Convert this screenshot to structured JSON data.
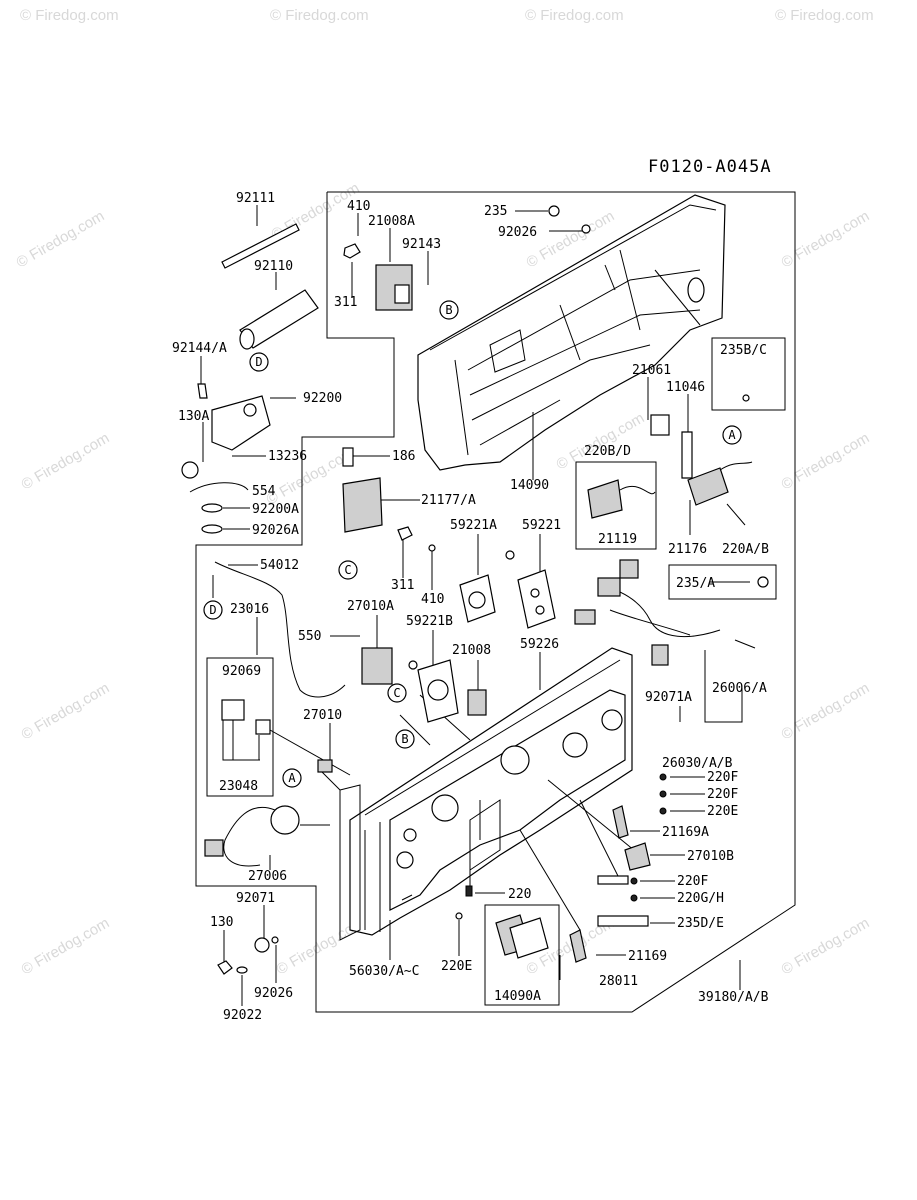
{
  "diagram_code": "F0120-A045A",
  "watermark": "© Firedog.com",
  "parts": [
    "92111",
    "92110",
    "410",
    "21008A",
    "92143",
    "311",
    "235",
    "92026",
    "92144/A",
    "92200",
    "130A",
    "13236",
    "186",
    "554",
    "92200A",
    "92026A",
    "21177/A",
    "54012",
    "23016",
    "92069",
    "23048",
    "27006",
    "27010A",
    "550",
    "27010",
    "311",
    "410",
    "59221A",
    "59221",
    "59221B",
    "21008",
    "59226",
    "14090",
    "235B/C",
    "21061",
    "11046",
    "220B/D",
    "21119",
    "21176",
    "220A/B",
    "235/A",
    "92071A",
    "26006/A",
    "26030/A/B",
    "220F",
    "220F",
    "220E",
    "21169A",
    "27010B",
    "220F",
    "220G/H",
    "235D/E",
    "220",
    "21169",
    "28011",
    "14090A",
    "220E",
    "56030/A~C",
    "39180/A/B",
    "92071",
    "130",
    "92026",
    "92022"
  ],
  "callouts": {
    "a": "A",
    "b": "B",
    "c": "C",
    "d": "D"
  }
}
